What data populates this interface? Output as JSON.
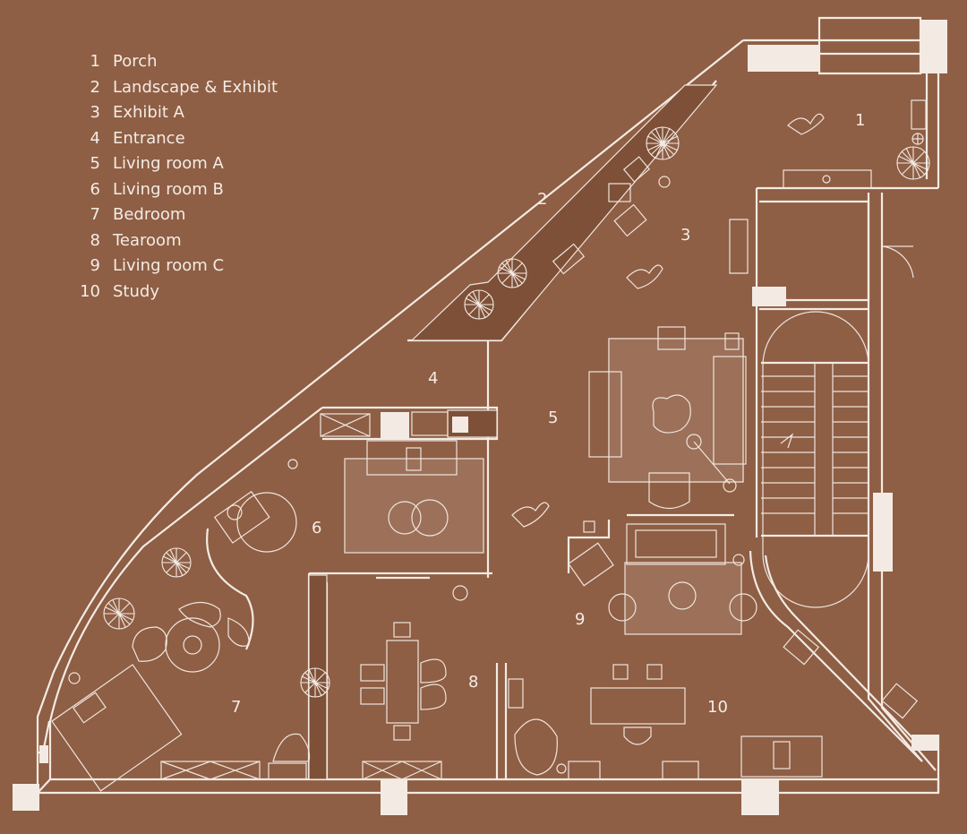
{
  "legend": [
    {
      "number": "1",
      "label": "Porch"
    },
    {
      "number": "2",
      "label": "Landscape & Exhibit"
    },
    {
      "number": "3",
      "label": "Exhibit A"
    },
    {
      "number": "4",
      "label": "Entrance"
    },
    {
      "number": "5",
      "label": "Living room A"
    },
    {
      "number": "6",
      "label": "Living room B"
    },
    {
      "number": "7",
      "label": "Bedroom"
    },
    {
      "number": "8",
      "label": "Tearoom"
    },
    {
      "number": "9",
      "label": "Living room C"
    },
    {
      "number": "10",
      "label": "Study"
    }
  ],
  "colors": {
    "background": "#8e5e45",
    "linework": "#f3ebe3",
    "rug": "#9c7059"
  }
}
